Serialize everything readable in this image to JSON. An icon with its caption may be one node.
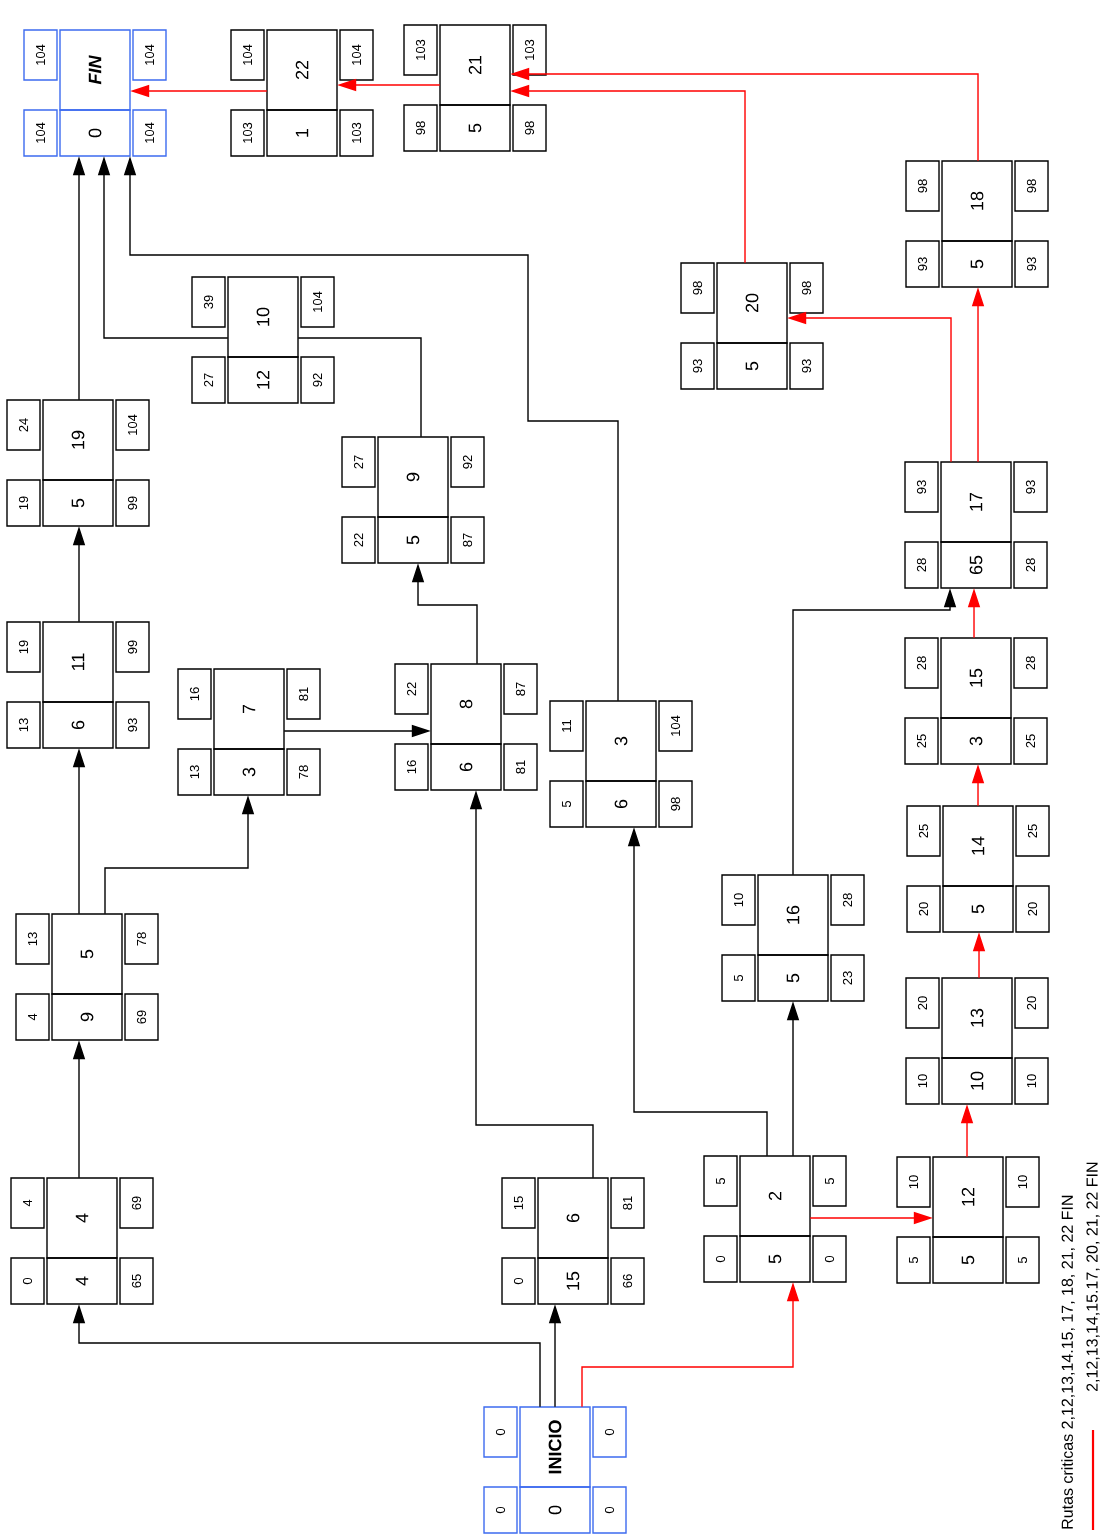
{
  "diagram": {
    "nodes": [
      {
        "text": [
          "INICIO",
          "0",
          "0",
          "0",
          "0",
          "0"
        ]
      },
      {
        "text": [
          "4",
          "4",
          "4",
          "69",
          "0",
          "65"
        ]
      },
      {
        "text": [
          "6",
          "15",
          "15",
          "81",
          "0",
          "66"
        ]
      },
      {
        "text": [
          "2",
          "5",
          "5",
          "5",
          "0",
          "0"
        ]
      },
      {
        "text": [
          "12",
          "5",
          "10",
          "10",
          "5",
          "5"
        ]
      },
      {
        "text": [
          "5",
          "9",
          "13",
          "78",
          "4",
          "69"
        ]
      },
      {
        "text": [
          "16",
          "5",
          "10",
          "28",
          "5",
          "23"
        ]
      },
      {
        "text": [
          "13",
          "10",
          "20",
          "20",
          "10",
          "10"
        ]
      },
      {
        "text": [
          "3",
          "6",
          "11",
          "104",
          "5",
          "98"
        ]
      },
      {
        "text": [
          "14",
          "5",
          "25",
          "25",
          "20",
          "20"
        ]
      },
      {
        "text": [
          "7",
          "3",
          "16",
          "81",
          "13",
          "78"
        ]
      },
      {
        "text": [
          "8",
          "6",
          "22",
          "87",
          "16",
          "81"
        ]
      },
      {
        "text": [
          "11",
          "6",
          "19",
          "99",
          "13",
          "93"
        ]
      },
      {
        "text": [
          "15",
          "3",
          "28",
          "28",
          "25",
          "25"
        ]
      },
      {
        "text": [
          "17",
          "65",
          "93",
          "93",
          "28",
          "28"
        ]
      },
      {
        "text": [
          "9",
          "5",
          "27",
          "92",
          "22",
          "87"
        ]
      },
      {
        "text": [
          "19",
          "5",
          "24",
          "104",
          "19",
          "99"
        ]
      },
      {
        "text": [
          "10",
          "12",
          "39",
          "104",
          "27",
          "92"
        ]
      },
      {
        "text": [
          "20",
          "5",
          "98",
          "98",
          "93",
          "93"
        ]
      },
      {
        "text": [
          "18",
          "5",
          "98",
          "98",
          "93",
          "93"
        ]
      },
      {
        "text": [
          "21",
          "5",
          "103",
          "103",
          "98",
          "98"
        ]
      },
      {
        "text": [
          "22",
          "1",
          "104",
          "104",
          "103",
          "103"
        ]
      },
      {
        "text": [
          "FIN",
          "0",
          "104",
          "104",
          "104",
          "104"
        ]
      }
    ],
    "edges": [
      {
        "from": 0,
        "to": 1,
        "arrow": "to"
      },
      {
        "from": 0,
        "to": 2,
        "arrow": "to"
      },
      {
        "from": 0,
        "to": 3,
        "arrow": "to",
        "color": "#ff0000"
      },
      {
        "from": 1,
        "to": 5,
        "arrow": "to"
      },
      {
        "from": 2,
        "to": 11,
        "arrow": "to"
      },
      {
        "from": 3,
        "to": 6,
        "arrow": "to"
      },
      {
        "from": 3,
        "to": 8,
        "arrow": "to"
      },
      {
        "from": 3,
        "to": 4,
        "arrow": "to",
        "color": "#ff0000"
      },
      {
        "from": 4,
        "to": 7,
        "arrow": "to",
        "color": "#ff0000"
      },
      {
        "from": 7,
        "to": 9,
        "arrow": "to",
        "color": "#ff0000"
      },
      {
        "from": 9,
        "to": 13,
        "arrow": "to",
        "color": "#ff0000"
      },
      {
        "from": 13,
        "to": 14,
        "arrow": "to",
        "color": "#ff0000"
      },
      {
        "from": 6,
        "to": 14,
        "arrow": "to"
      },
      {
        "from": 14,
        "to": 18,
        "arrow": "to",
        "color": "#ff0000"
      },
      {
        "from": 14,
        "to": 19,
        "arrow": "to",
        "color": "#ff0000"
      },
      {
        "from": 18,
        "to": 20,
        "arrow": "to",
        "color": "#ff0000"
      },
      {
        "from": 19,
        "to": 20,
        "arrow": "to",
        "color": "#ff0000"
      },
      {
        "from": 20,
        "to": 21,
        "arrow": "to",
        "color": "#ff0000"
      },
      {
        "from": 21,
        "to": 22,
        "arrow": "to",
        "color": "#ff0000"
      },
      {
        "from": 5,
        "to": 12,
        "arrow": "to"
      },
      {
        "from": 5,
        "to": 10,
        "arrow": "to"
      },
      {
        "from": 12,
        "to": 16,
        "arrow": "to"
      },
      {
        "from": 16,
        "to": 22,
        "arrow": "to"
      },
      {
        "from": 10,
        "to": 11,
        "arrow": "to"
      },
      {
        "from": 11,
        "to": 15,
        "arrow": "to"
      },
      {
        "from": 15,
        "to": 17,
        "arrow": "none"
      },
      {
        "from": 17,
        "to": 22,
        "arrow": "to"
      },
      {
        "from": 8,
        "to": 22,
        "arrow": "to"
      }
    ],
    "labels": [
      "Rutas criticas 2,12,13,14.15, 17, 18, 21, 22 FIN"
    ],
    "legend": [
      {
        "text": "2,12,13,14,15.17, 20, 21, 22 FIN"
      }
    ]
  }
}
